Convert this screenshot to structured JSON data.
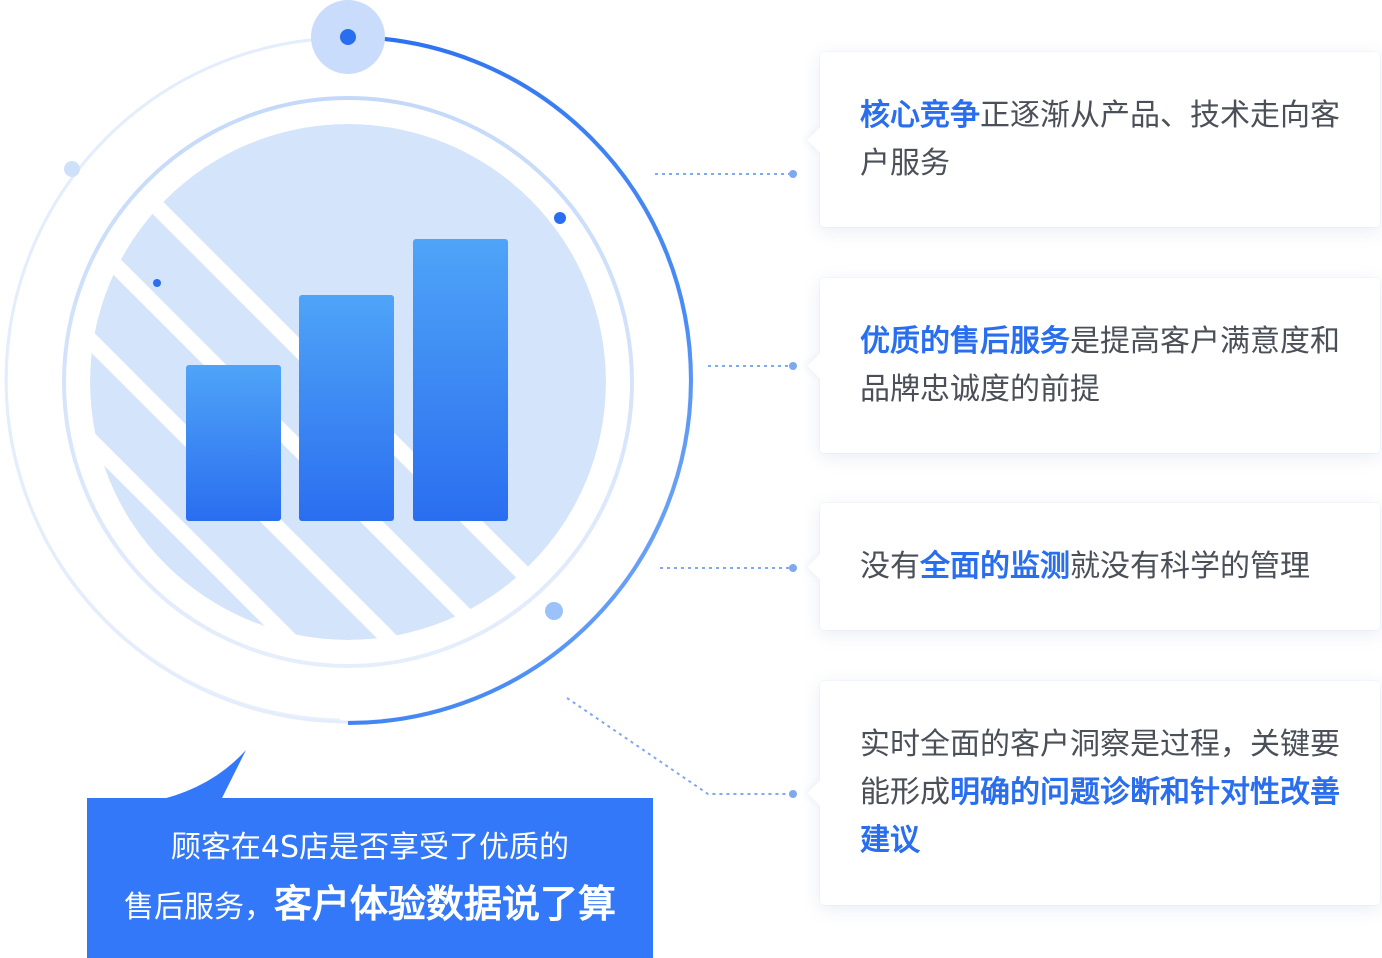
{
  "cards": [
    {
      "highlight": "核心竞争",
      "rest": "正逐渐从产品、技术走向客户服务"
    },
    {
      "highlight": "优质的售后服务",
      "rest": "是提高客户满意度和品牌忠诚度的前提"
    },
    {
      "prefix": "没有",
      "highlight": "全面的监测",
      "rest": "就没有科学的管理"
    },
    {
      "prefix": "实时全面的客户洞察是过程，关键要能形成",
      "highlight": "明确的问题诊断和针对性改善建议"
    }
  ],
  "callout": {
    "line1": "顾客在4S店是否享受了优质的",
    "line2_prefix": "售后服务，",
    "line2_strong": "客户体验数据说了算"
  },
  "colors": {
    "accent": "#2a6ef0",
    "callout_bg": "#3378f8",
    "bar_top": "#4fa4f7",
    "bar_bottom": "#2a6ef0",
    "circle_fill": "#d4e4fb"
  },
  "icons": [
    "bar-chart-icon"
  ]
}
